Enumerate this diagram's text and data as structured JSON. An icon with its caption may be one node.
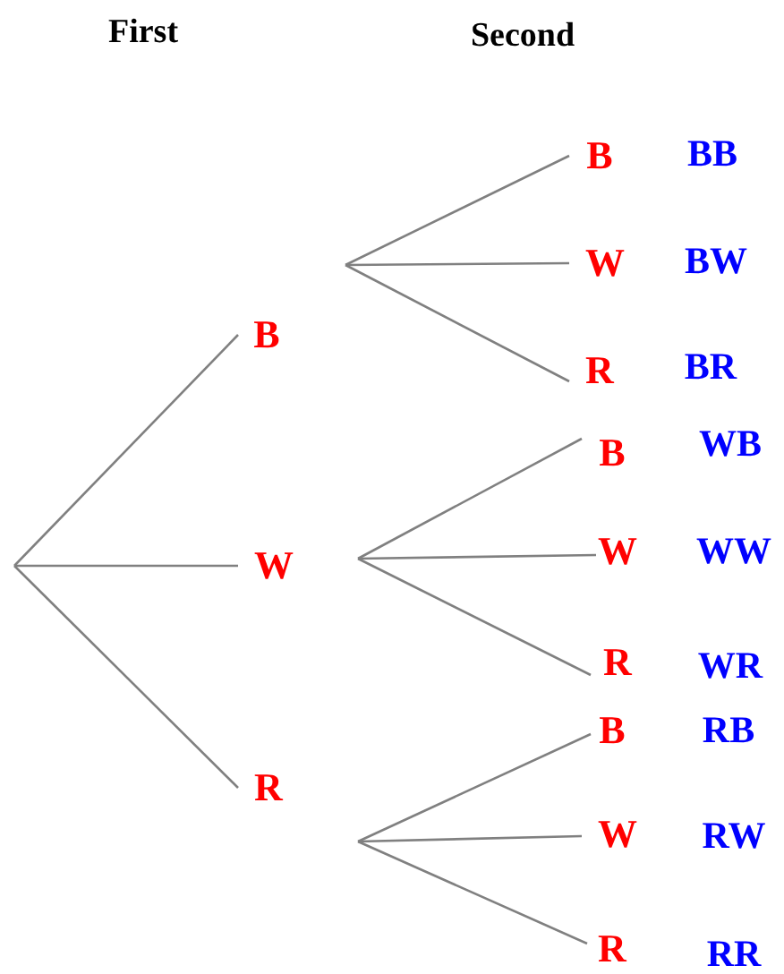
{
  "diagram": {
    "nodes": [
      {
        "text": [
          "B"
        ]
      },
      {
        "text": [
          "W"
        ]
      },
      {
        "text": [
          "R"
        ]
      },
      {
        "text": [
          "B"
        ],
        "beside": [
          "BB"
        ]
      },
      {
        "text": [
          "W"
        ],
        "beside": [
          "BW"
        ]
      },
      {
        "text": [
          "R"
        ],
        "beside": [
          "BR"
        ]
      },
      {
        "text": [
          "B"
        ],
        "beside": [
          "WB"
        ]
      },
      {
        "text": [
          "W"
        ],
        "beside": [
          "WW"
        ]
      },
      {
        "text": [
          "R"
        ],
        "beside": [
          "WR"
        ]
      },
      {
        "text": [
          "B"
        ],
        "beside": [
          "RB"
        ]
      },
      {
        "text": [
          "W"
        ],
        "beside": [
          "RW"
        ]
      },
      {
        "text": [
          "R"
        ],
        "beside": [
          "RR"
        ]
      }
    ],
    "edges": [
      {
        "from": null,
        "to": 0,
        "arrow": "none"
      },
      {
        "from": null,
        "to": 1,
        "arrow": "none"
      },
      {
        "from": null,
        "to": 2,
        "arrow": "none"
      },
      {
        "from": 0,
        "to": 3,
        "arrow": "none"
      },
      {
        "from": 0,
        "to": 4,
        "arrow": "none"
      },
      {
        "from": 0,
        "to": 5,
        "arrow": "none"
      },
      {
        "from": 1,
        "to": 6,
        "arrow": "none"
      },
      {
        "from": 1,
        "to": 7,
        "arrow": "none"
      },
      {
        "from": 1,
        "to": 8,
        "arrow": "none"
      },
      {
        "from": 2,
        "to": 9,
        "arrow": "none"
      },
      {
        "from": 2,
        "to": 10,
        "arrow": "none"
      },
      {
        "from": 2,
        "to": 11,
        "arrow": "none"
      }
    ],
    "labels": [
      "First",
      "Second"
    ]
  }
}
